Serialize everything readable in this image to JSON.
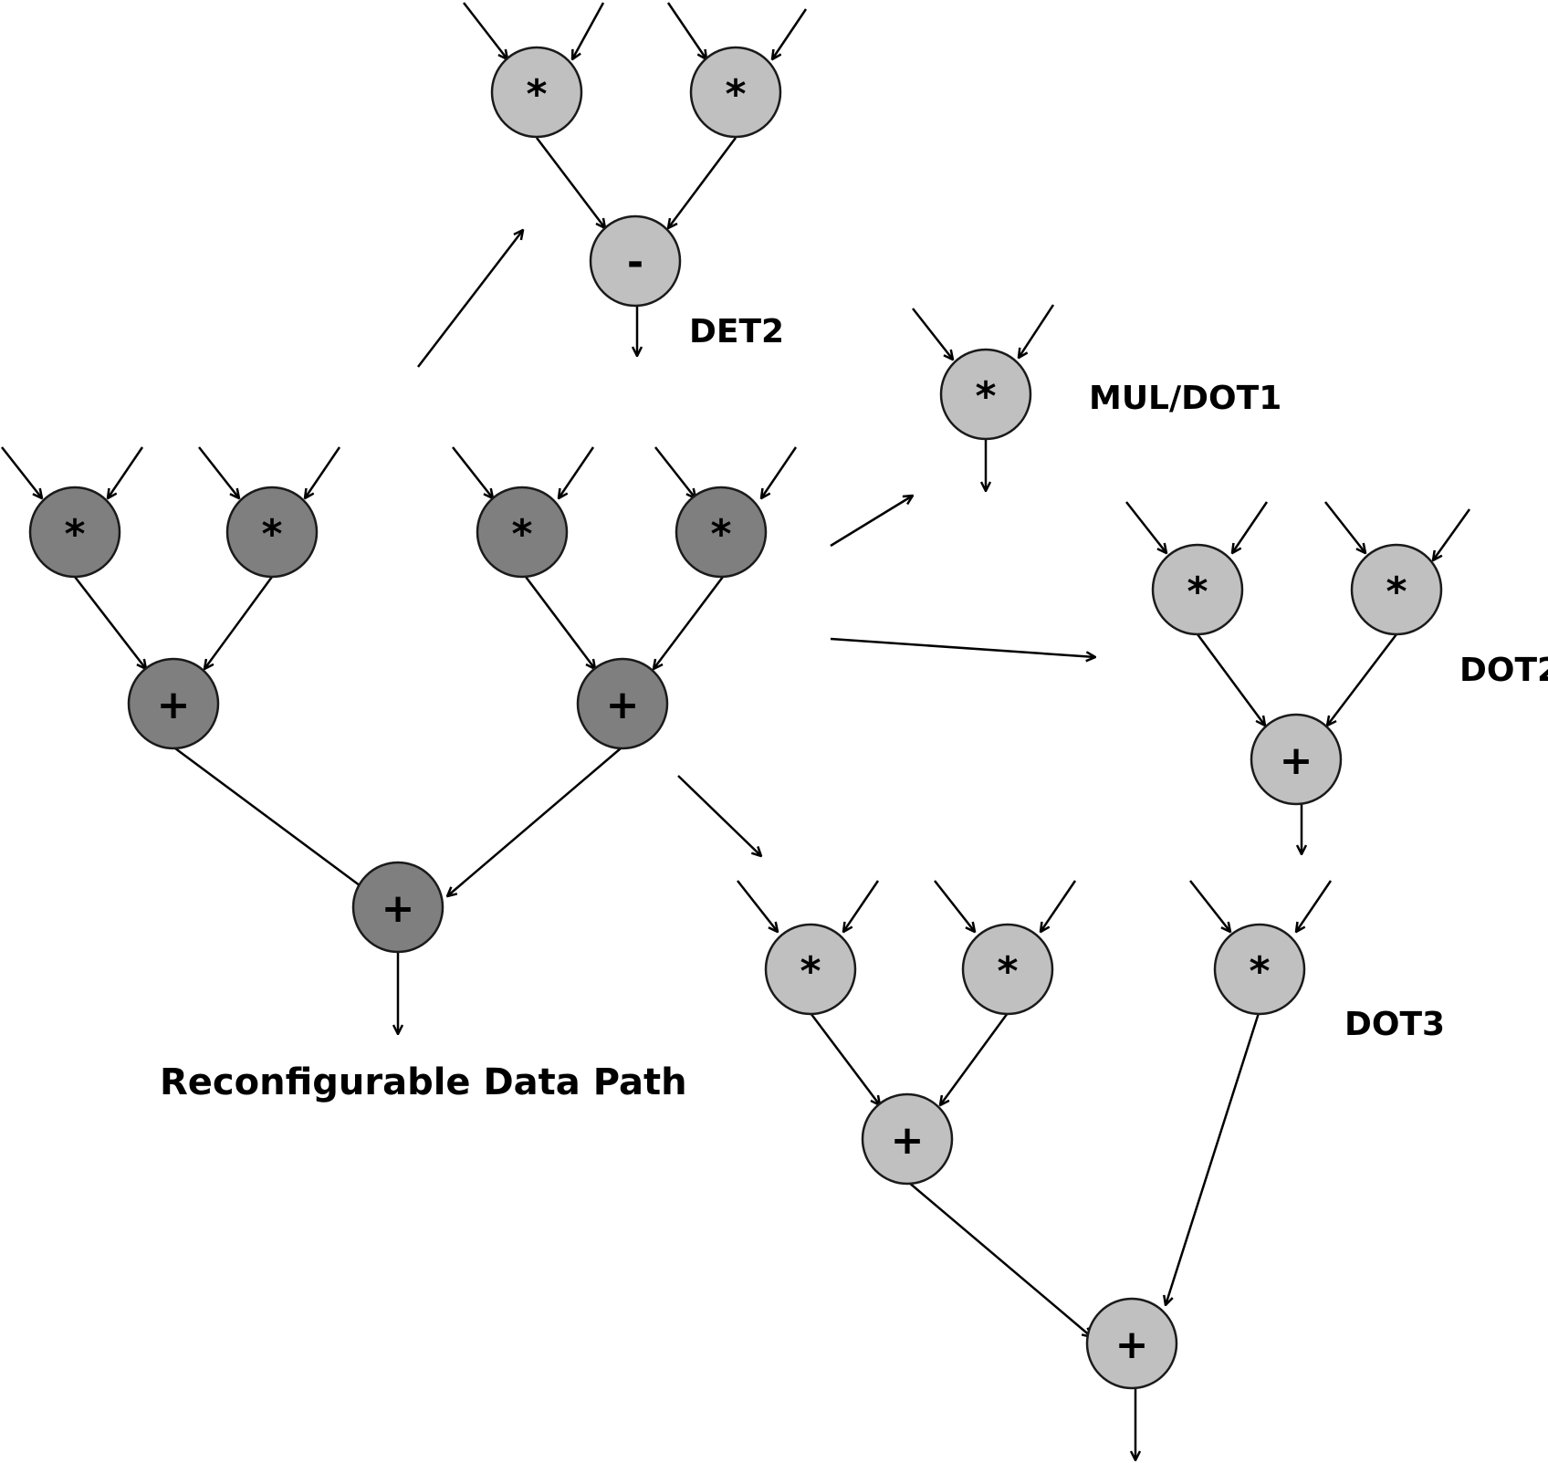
{
  "labels": {
    "det2": "DET2",
    "mul_dot1": "MUL/DOT1",
    "dot2": "DOT2",
    "dot3": "DOT3",
    "main": "Reconfigurable Data Path"
  },
  "ops": {
    "mul": "*",
    "add": "+",
    "sub": "-"
  },
  "colors": {
    "dark_node": "#7f7f7f",
    "light_node": "#c0c0c0",
    "stroke": "#000000"
  }
}
